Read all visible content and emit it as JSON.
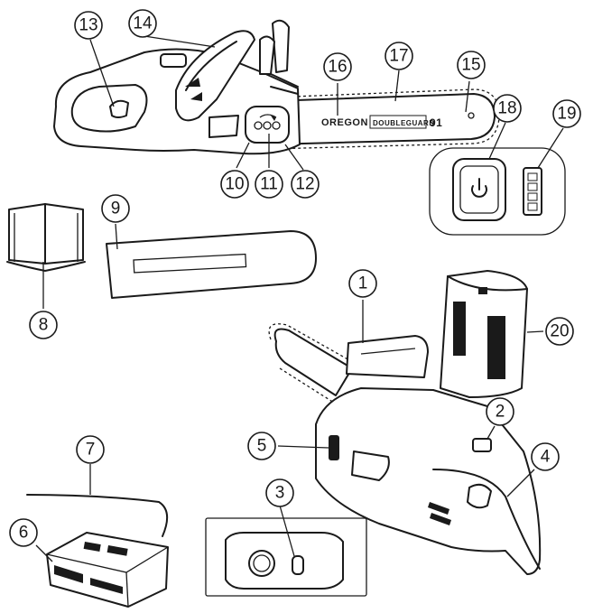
{
  "bar_print": {
    "brand": "OREGON",
    "model": "DOUBLEGUARD",
    "number": "91"
  },
  "callouts": [
    {
      "id": "callout-1",
      "label": "1"
    },
    {
      "id": "callout-2",
      "label": "2"
    },
    {
      "id": "callout-3",
      "label": "3"
    },
    {
      "id": "callout-4",
      "label": "4"
    },
    {
      "id": "callout-5",
      "label": "5"
    },
    {
      "id": "callout-6",
      "label": "6"
    },
    {
      "id": "callout-7",
      "label": "7"
    },
    {
      "id": "callout-8",
      "label": "8"
    },
    {
      "id": "callout-9",
      "label": "9"
    },
    {
      "id": "callout-10",
      "label": "10"
    },
    {
      "id": "callout-11",
      "label": "11"
    },
    {
      "id": "callout-12",
      "label": "12"
    },
    {
      "id": "callout-13",
      "label": "13"
    },
    {
      "id": "callout-14",
      "label": "14"
    },
    {
      "id": "callout-15",
      "label": "15"
    },
    {
      "id": "callout-16",
      "label": "16"
    },
    {
      "id": "callout-17",
      "label": "17"
    },
    {
      "id": "callout-18",
      "label": "18"
    },
    {
      "id": "callout-19",
      "label": "19"
    },
    {
      "id": "callout-20",
      "label": "20"
    }
  ],
  "icons": {
    "power": "power-icon",
    "battery_gauge": "battery-gauge-icon",
    "manual": "manual-icon",
    "chain_tension": "chain-tension-icon"
  }
}
